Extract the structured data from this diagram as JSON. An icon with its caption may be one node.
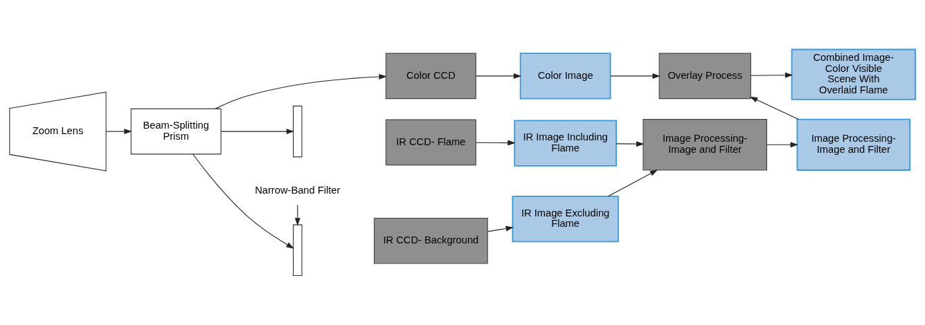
{
  "diagram": {
    "nodes": [
      {
        "text": [
          "Zoom Lens"
        ]
      },
      {
        "text": [
          "Beam-Splitting Prism"
        ]
      },
      {
        "text": [
          "Color CCD"
        ]
      },
      {
        "text": [],
        "shape": "box"
      },
      {
        "text": [
          "IR CCD- Flame"
        ]
      },
      {
        "text": [],
        "shape": "box"
      },
      {
        "text": [
          "IR CCD- Background"
        ]
      },
      {
        "text": [
          "Narrow-Band Filter"
        ]
      },
      {
        "text": [
          "Color Image"
        ]
      },
      {
        "text": [
          "IR Image Including Flame"
        ]
      },
      {
        "text": [
          "IR Image Excluding Flame"
        ]
      },
      {
        "text": [
          "Overlay Process"
        ]
      },
      {
        "text": [
          "Combined Image- Color Visible Scene With Overlaid Flame"
        ]
      },
      {
        "text": [
          "Image Processing- Image and Filter"
        ]
      },
      {
        "text": [
          "Image Processing- Image and Filter"
        ]
      }
    ],
    "edges": [
      {
        "from": 0,
        "to": 1,
        "arrow": "to"
      },
      {
        "from": 1,
        "to": 2,
        "arrow": "to"
      },
      {
        "from": 1,
        "to": 3,
        "arrow": "to"
      },
      {
        "from": 1,
        "to": 5,
        "arrow": "to"
      },
      {
        "from": 7,
        "to": 5,
        "arrow": "to"
      },
      {
        "from": 2,
        "to": 8,
        "arrow": "to"
      },
      {
        "from": 4,
        "to": 9,
        "arrow": "to"
      },
      {
        "from": 6,
        "to": 10,
        "arrow": "to"
      },
      {
        "from": 8,
        "to": 11,
        "arrow": "to"
      },
      {
        "from": 11,
        "to": 12,
        "arrow": "to"
      },
      {
        "from": 9,
        "to": 13,
        "arrow": "to"
      },
      {
        "from": 10,
        "to": 13,
        "arrow": "to"
      },
      {
        "from": 13,
        "to": 14,
        "arrow": "to"
      },
      {
        "from": 14,
        "to": 11,
        "arrow": "to"
      }
    ]
  }
}
